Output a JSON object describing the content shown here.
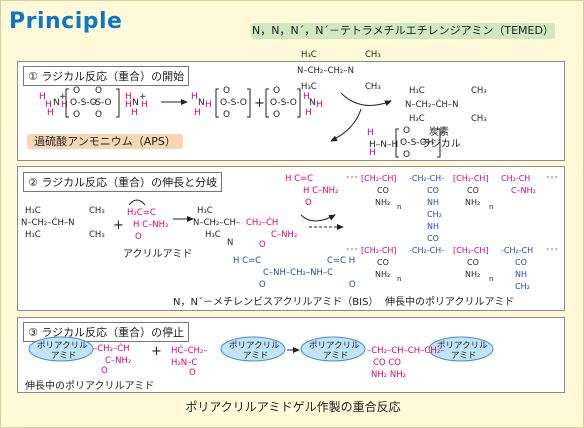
{
  "logo": {
    "text": "Principle"
  },
  "temed_label": "N，N，N´，N´－テトラメチルエチレンジアミン（TEMED）",
  "sections": {
    "s1": {
      "title": "① ラジカル反応（重合）の開始"
    },
    "s2": {
      "title": "② ラジカル反応（重合）の伸長と分岐"
    },
    "s3": {
      "title": "③ ラジカル反応（重合）の停止"
    }
  },
  "labels": {
    "aps": "過硫酸アンモニウム（APS）",
    "carbon_radical": "炭素\nラジカル",
    "carbon_radical_1": "炭素",
    "carbon_radical_2": "ラジカル",
    "acrylamide": "アクリルアミド",
    "bis": "N，N´－メチレンビスアクリルアミド（BIS）",
    "growing_polymer": "伸長中のポリアクリルアミド",
    "bubble": "ポリアクリル\nアミド",
    "bubble_1": "ポリアクリル",
    "bubble_2": "アミド"
  },
  "caption": "ポリアクリルアミドゲル作製の重合反応",
  "colors": {
    "accent_red": "#e0006e",
    "accent_blue": "#1f4aa5",
    "logo_blue": "#0a77c8",
    "temed_bg": "#cfe9bf",
    "aps_bg": "#f7d7b3",
    "bubble_bg": "#bfe3f7"
  }
}
